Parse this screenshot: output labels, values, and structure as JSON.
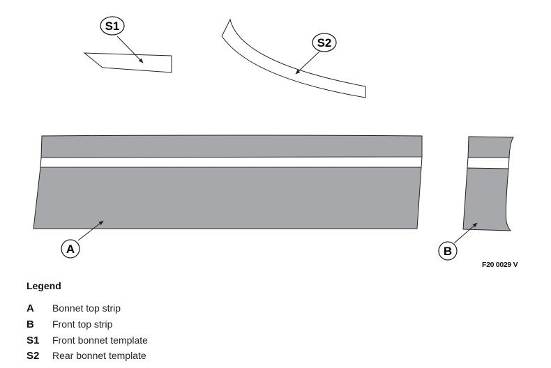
{
  "callouts": {
    "a": "A",
    "b": "B",
    "s1": "S1",
    "s2": "S2"
  },
  "figure_id": "F20 0029 V",
  "legend": {
    "title": "Legend",
    "items": [
      {
        "key": "A",
        "text": "Bonnet top strip"
      },
      {
        "key": "B",
        "text": "Front top strip"
      },
      {
        "key": "S1",
        "text": "Front bonnet template"
      },
      {
        "key": "S2",
        "text": "Rear bonnet template"
      }
    ]
  },
  "colors": {
    "strip_fill": "#a7a8ab",
    "outline": "#222222"
  }
}
